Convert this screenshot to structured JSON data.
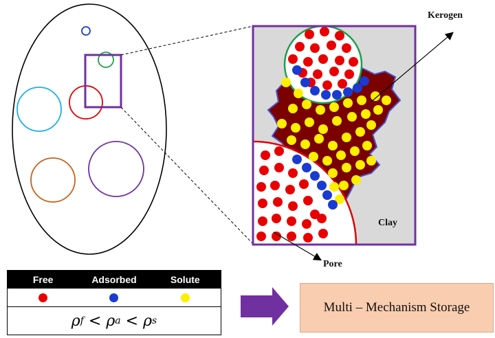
{
  "labels": {
    "kerogen": "Kerogen",
    "clay": "Clay",
    "pore": "Pore"
  },
  "legend": {
    "headers": [
      "Free",
      "Adsorbed",
      "Solute"
    ],
    "colors": {
      "free": "#e80000",
      "adsorbed": "#1a3bd1",
      "solute": "#ffee00"
    },
    "equation_symbols": [
      "ρ",
      "f",
      "<",
      "ρ",
      "a",
      "<",
      "ρ",
      "s"
    ]
  },
  "storage_box": {
    "text": "Multi – Mechanism Storage"
  },
  "palette": {
    "frame": "#7030a0",
    "clay_bg": "#d9d9d9",
    "kerogen": "#7b0000",
    "kerogen_edge": "#4a52c8",
    "pore_edge": "#e00000",
    "kerogen_circle": "#1f9e4e",
    "arrow": "#7030a0"
  }
}
